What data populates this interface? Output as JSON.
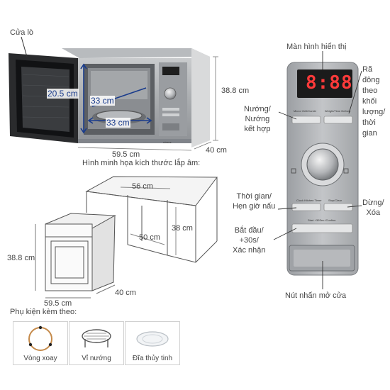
{
  "labels": {
    "door": "Cửa lò",
    "display": "Màn hình hiển thị",
    "defrost": "Rã\nđông\ntheo\nkhối\nlượng/\nthời\ngian",
    "grill": "Nướng/\nNướng\nkết hợp",
    "timer": "Thời gian/\nHẹn giờ nấu",
    "stop": "Dừng/\nXóa",
    "start": "Bắt đầu/\n+30s/\nXác nhận",
    "door_button": "Nút nhấn mở cửa",
    "install_title": "Hình minh họa kích thước lắp âm:",
    "accessories_title": "Phụ kiện kèm theo:"
  },
  "dimensions": {
    "oven_height": "38.8 cm",
    "oven_width": "59.5 cm",
    "oven_depth": "40 cm",
    "cavity_height": "20.5 cm",
    "cavity_depth": "33 cm",
    "cavity_width": "33 cm",
    "niche_width": "56 cm",
    "niche_height": "38 cm",
    "niche_depth": "50 cm",
    "box_height": "38.8 cm",
    "box_width": "59.5 cm",
    "box_depth": "40 cm"
  },
  "panel": {
    "display_digits": "8:88",
    "btn_grill": "Micro/ Grill/Combi",
    "btn_defrost": "Weight/Time Defrost",
    "btn_timer": "Clock Kitchen Timer",
    "btn_stop": "Stop/Clear",
    "btn_start": "Start +30Sec./Confirm"
  },
  "oven_brand": "HÄFELE",
  "accessories": [
    {
      "label": "Vòng xoay",
      "icon": "turntable-ring-icon"
    },
    {
      "label": "Vỉ nướng",
      "icon": "grill-rack-icon"
    },
    {
      "label": "Đĩa thủy tinh",
      "icon": "glass-plate-icon"
    }
  ]
}
